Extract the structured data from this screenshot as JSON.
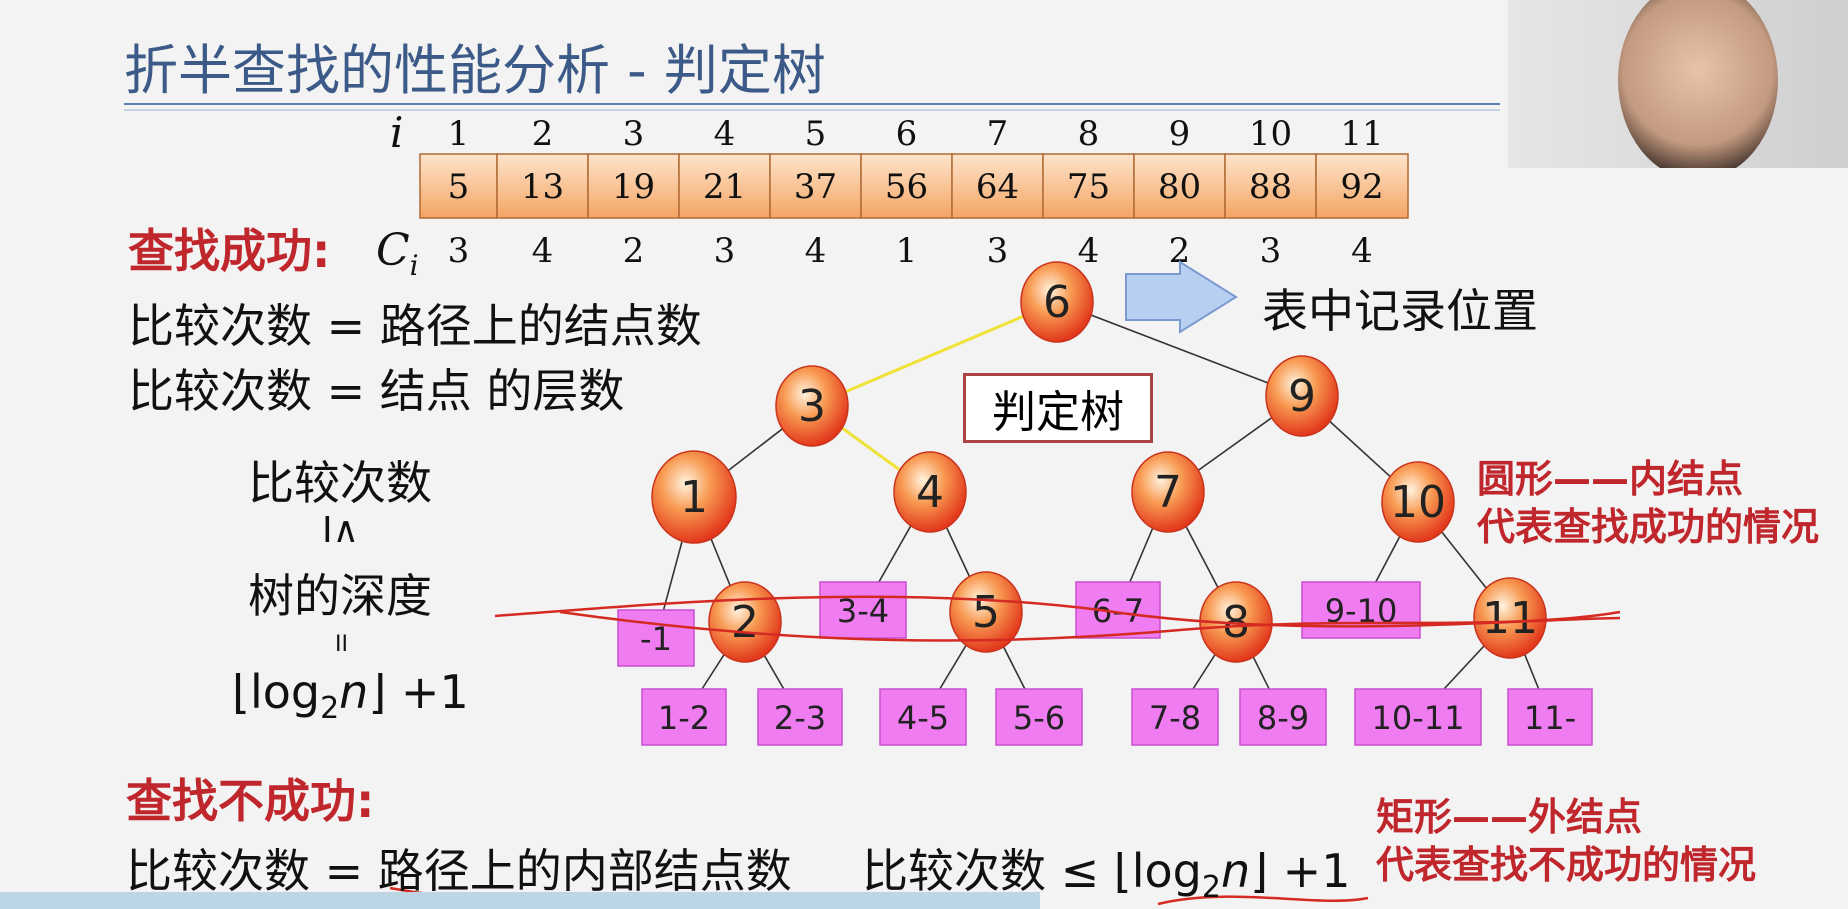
{
  "title": "折半查找的性能分析 - 判定树",
  "index_label": "i",
  "indices": [
    "1",
    "2",
    "3",
    "4",
    "5",
    "6",
    "7",
    "8",
    "9",
    "10",
    "11"
  ],
  "table_values": [
    "5",
    "13",
    "19",
    "21",
    "37",
    "56",
    "64",
    "75",
    "80",
    "88",
    "92"
  ],
  "ci_label": "C",
  "ci_sub": "i",
  "ci_values": [
    "3",
    "4",
    "2",
    "3",
    "4",
    "1",
    "3",
    "4",
    "2",
    "3",
    "4"
  ],
  "success_heading": "查找成功:",
  "success_line1": "比较次数 = 路径上的结点数",
  "success_line2": "比较次数 = 结点 的层数",
  "ineq_line1": "比较次数",
  "ineq_sym": "I∧",
  "ineq_line2": "树的深度",
  "eq_sym": "II",
  "formula_log": "⌊log",
  "formula_sub": "2",
  "formula_n": "n",
  "formula_tail": "⌋ +1",
  "arrow_label": "表中记录位置",
  "tree_label": "判定树",
  "circle_legend1": "圆形——内结点",
  "circle_legend2": "代表查找成功的情况",
  "rect_legend1": "矩形——外结点",
  "rect_legend2": "代表查找不成功的情况",
  "fail_heading": "查找不成功:",
  "fail_line": "比较次数 = 路径上的内部结点数",
  "fail_ineq_prefix": "比较次数 ≤ ⌊log",
  "fail_ineq_sub": "2",
  "fail_ineq_n": "n",
  "fail_ineq_tail": "⌋ +1",
  "tree": {
    "internal_nodes": [
      "6",
      "3",
      "9",
      "1",
      "4",
      "7",
      "10",
      "2",
      "5",
      "8",
      "11"
    ],
    "external_nodes": [
      "-1",
      "3-4",
      "6-7",
      "9-10",
      "1-2",
      "2-3",
      "4-5",
      "5-6",
      "7-8",
      "8-9",
      "10-11",
      "11-"
    ]
  },
  "colors": {
    "title": "#3c5a87",
    "heading_red": "#c0272d",
    "node_fill": "#f2612d",
    "ext_fill": "#f07cf2",
    "table_fill": "#f8b87c"
  }
}
